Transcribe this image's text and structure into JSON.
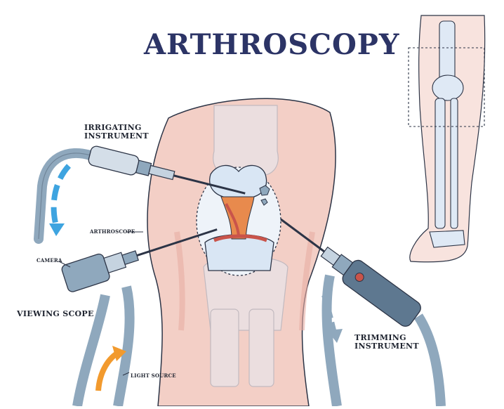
{
  "title": "ARTHROSCOPY",
  "labels": {
    "irrigating": [
      "IRRIGATING",
      "INSTRUMENT"
    ],
    "arthroscope": "ARTHROSCOPE",
    "camera": "CAMERA",
    "viewing_scope": "VIEWING SCOPE",
    "light_source": "LIGHT SOURCE",
    "trimming": [
      "TRIMMING",
      "INSTRUMENT"
    ]
  },
  "colors": {
    "skin": "#f3cfc6",
    "skin_dark": "#e7aea3",
    "bone": "#dfe9f5",
    "bone_outline": "#2c3446",
    "instrument": "#8fa8bd",
    "instrument_dark": "#5e7890",
    "arrow_blue": "#3ea4e0",
    "arrow_orange": "#f29a2e",
    "tissue_red": "#c9544a",
    "tissue_orange": "#e88a4d",
    "title": "#2c3466"
  }
}
